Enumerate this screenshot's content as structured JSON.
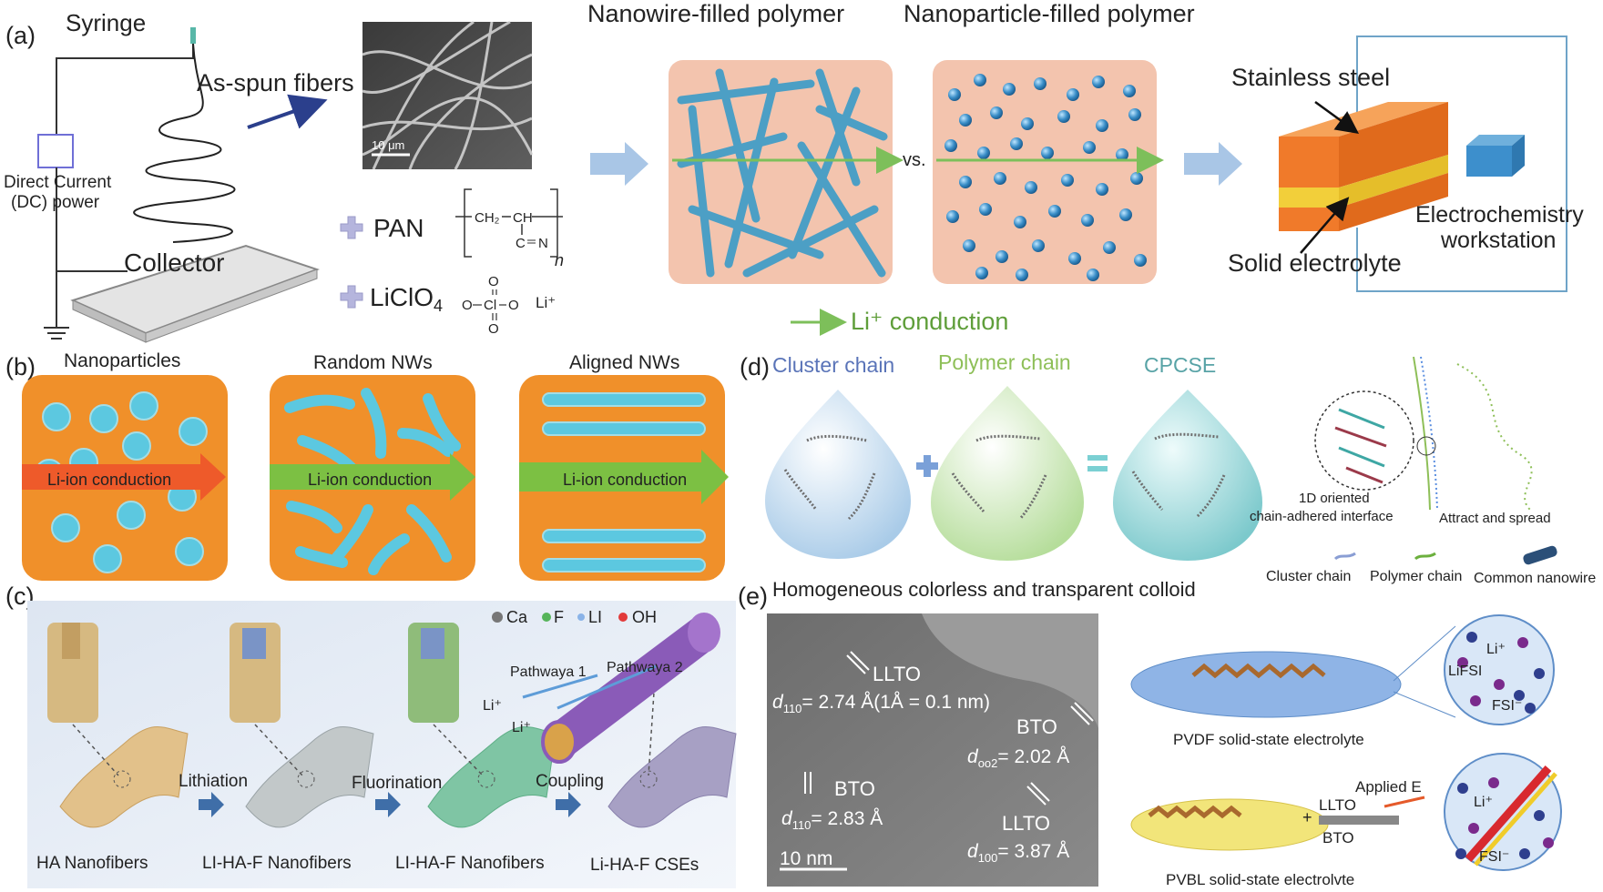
{
  "a": {
    "panel_label": "(a)",
    "syringe": "Syringe",
    "as_spun": "As-spun fibers",
    "scale": "10 μm",
    "dc_line1": "Direct Current",
    "dc_line2": "(DC) power",
    "collector": "Collector",
    "pan": "PAN",
    "pan_formula_1": "CH₂",
    "pan_formula_2": "CH",
    "pan_formula_3": "C",
    "pan_formula_4": "N",
    "pan_n": "n",
    "liclo4": "LiClO",
    "liclo4_sub": "4",
    "cl": "Cl",
    "o_top": "O",
    "o_left": "O",
    "o_right": "O",
    "o_bottom": "O",
    "li_plus": "Li⁺",
    "nanowire_title": "Nanowire-filled polymer",
    "nanoparticle_title": "Nanoparticle-filled polymer",
    "vs": "vs.",
    "li_conduction": "Li⁺ conduction",
    "stainless": "Stainless steel",
    "solid_electrolyte": "Solid electrolyte",
    "workstation_1": "Electrochemistry",
    "workstation_2": "workstation"
  },
  "b": {
    "panel_label": "(b)",
    "titles": [
      "Nanoparticles",
      "Random NWs",
      "Aligned NWs"
    ],
    "conduction": "Li-ion conduction"
  },
  "c": {
    "panel_label": "(c)",
    "legend": [
      "Ca",
      "F",
      "LI",
      "OH"
    ],
    "pathway1": "Pathwaya 1",
    "pathway2": "Pathwaya 2",
    "li1": "Li⁺",
    "li2": "Li⁺",
    "steps": [
      "Lithiation",
      "Fluorination",
      "Coupling"
    ],
    "captions": [
      "HA Nanofibers",
      "LI-HA-F Nanofibers",
      "LI-HA-F Nanofibers",
      "Li-HA-F CSEs"
    ]
  },
  "d": {
    "panel_label": "(d)",
    "cluster": "Cluster chain",
    "polymer": "Polymer chain",
    "cpcse": "CPCSE",
    "oriented_1": "1D oriented",
    "oriented_2": "chain-adhered interface",
    "attract": "Attract and spread",
    "legend": [
      "Cluster chain",
      "Polymer chain",
      "Common nanowire"
    ]
  },
  "e": {
    "panel_label": "(e)",
    "title": "Homogeneous colorless and transparent colloid",
    "llto1": "LLTO",
    "d110_a": "= 2.74 Å(1Å = 0.1 nm)",
    "bto1": "BTO",
    "d002": "= 2.02 Å",
    "bto2": "BTO",
    "d110_b": "= 2.83 Å",
    "llto2": "LLTO",
    "d100": "= 3.87 Å",
    "scale": "10 nm",
    "d": "d",
    "sub110": "110",
    "sub002": "oo2",
    "sub100": "100",
    "pvdf": "PVDF solid-state electrolyte",
    "pvbl": "PVBL solid-state electrolvte",
    "li": "Li⁺",
    "lifsi": "LiFSI",
    "fsi": "FSI⁻",
    "applied": "Applied E",
    "llto3": "LLTO",
    "bto3": "BTO",
    "plus": "+"
  },
  "colors": {
    "orange": "#f0902a",
    "cyan": "#5cc8e0",
    "peach": "#f3c4ae",
    "bead": "#3a8ec8",
    "green_arrow": "#7dbf5a",
    "arrow_blue": "#a9c6e6"
  }
}
